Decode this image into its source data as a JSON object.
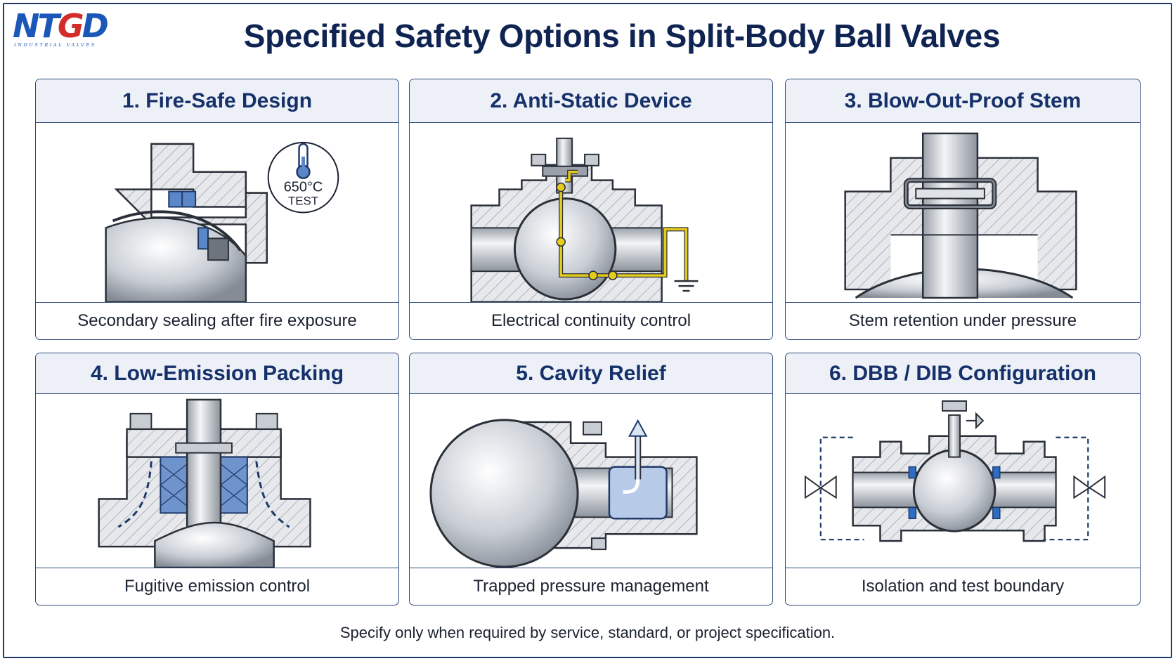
{
  "logo": {
    "mark_a": "NT",
    "mark_t": "G",
    "mark_b": "D",
    "subtitle": "INDUSTRIAL VALVES"
  },
  "title": "Specified Safety Options in Split-Body Ball Valves",
  "cards": [
    {
      "heading": "1. Fire-Safe Design",
      "caption": "Secondary sealing after fire exposure",
      "badge_temp": "650°C",
      "badge_label": "TEST"
    },
    {
      "heading": "2. Anti-Static Device",
      "caption": "Electrical continuity control"
    },
    {
      "heading": "3. Blow-Out-Proof Stem",
      "caption": "Stem retention under pressure"
    },
    {
      "heading": "4. Low-Emission Packing",
      "caption": "Fugitive emission control"
    },
    {
      "heading": "5. Cavity Relief",
      "caption": "Trapped pressure management"
    },
    {
      "heading": "6. DBB / DIB Configuration",
      "caption": "Isolation and test boundary"
    }
  ],
  "footnote": "Specify only when required by service, standard, or project specification.",
  "colors": {
    "navy": "#0f2452",
    "logo_blue": "#1a57b8",
    "logo_red": "#d42c2c",
    "seal_blue": "#5b87c9",
    "ground_yellow": "#e6cc1a",
    "metal": "#c8cdd4"
  }
}
